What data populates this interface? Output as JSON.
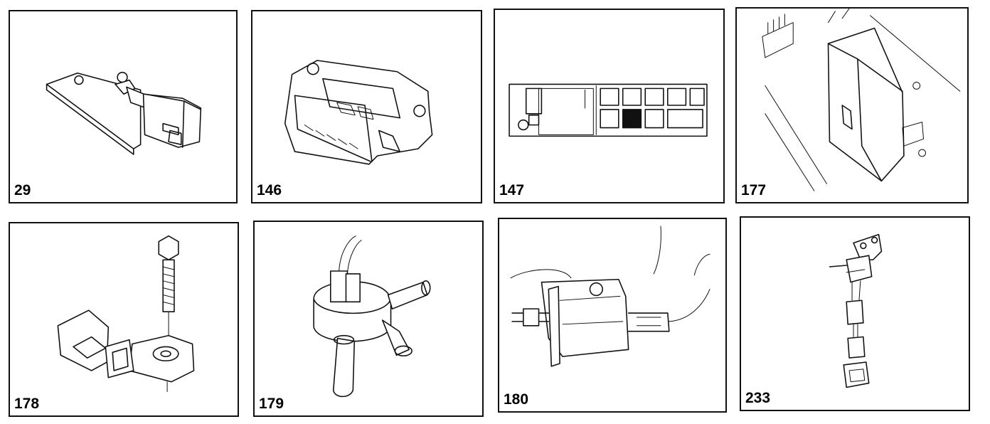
{
  "figures": [
    {
      "id": "29",
      "label": "29",
      "icon": "brake-light-switch-icon"
    },
    {
      "id": "146",
      "label": "146",
      "icon": "ignition-module-icon"
    },
    {
      "id": "147",
      "label": "147",
      "icon": "fuse-relay-box-icon"
    },
    {
      "id": "177",
      "label": "177",
      "icon": "control-unit-icon"
    },
    {
      "id": "178",
      "label": "178",
      "icon": "knock-sensor-icon"
    },
    {
      "id": "179",
      "label": "179",
      "icon": "valve-icon"
    },
    {
      "id": "180",
      "label": "180",
      "icon": "mounted-sensor-icon"
    },
    {
      "id": "233",
      "label": "233",
      "icon": "switch-bracket-icon"
    }
  ]
}
